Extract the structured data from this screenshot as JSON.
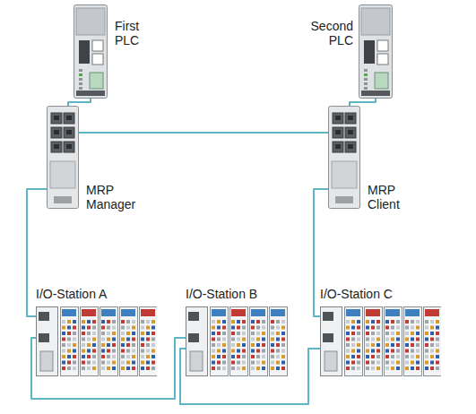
{
  "diagram": {
    "nodes": [
      {
        "text": [
          "First PLC"
        ]
      },
      {
        "text": [
          "Second PLC"
        ]
      },
      {
        "text": [
          "MRP Manager"
        ]
      },
      {
        "text": [
          "MRP Client"
        ]
      },
      {
        "text": [
          "I/O-Station A"
        ]
      },
      {
        "text": [
          "I/O-Station B"
        ]
      },
      {
        "text": [
          "I/O-Station C"
        ]
      }
    ],
    "edges": [
      {
        "from": 0,
        "to": 2,
        "arrow": "none"
      },
      {
        "from": 1,
        "to": 3,
        "arrow": "none"
      },
      {
        "from": 2,
        "to": 3,
        "arrow": "none"
      },
      {
        "from": 2,
        "to": 4,
        "arrow": "none"
      },
      {
        "from": 3,
        "to": 6,
        "arrow": "none"
      },
      {
        "from": 4,
        "to": 5,
        "arrow": "none"
      },
      {
        "from": 5,
        "to": 6,
        "arrow": "none"
      }
    ]
  }
}
